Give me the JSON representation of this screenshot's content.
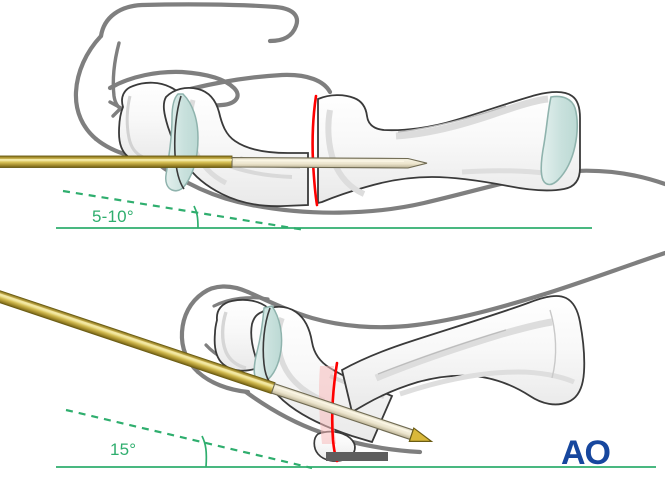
{
  "figure": {
    "title": "Kirschner wire insertion angles for first metatarsophalangeal joint arthrodesis",
    "background_color": "#ffffff"
  },
  "palette": {
    "bone_outline": "#3a3a3a",
    "bone_fill": "#fafafa",
    "bone_shadow": "#e4e4e4",
    "skin_outline": "#7f7f7f",
    "cartilage": "#cfe4e0",
    "cartilage_outline": "#8fb3ad",
    "wire_gold_dark": "#8f7c1e",
    "wire_gold_mid": "#c9b24a",
    "wire_gold_light": "#efe08a",
    "wire_shaft_inner": "#efe9d2",
    "fracture_red": "#ff0000",
    "fracture_red_soft": "#f8bcbc",
    "guide_green": "#2fae6e",
    "ground_gray": "#5e5e5e",
    "ao_blue": "#17479e"
  },
  "panels": [
    {
      "id": "dorsiflexion-view",
      "name": "upper-lateral-view",
      "angle_label": "5-10°",
      "angle_value_min": 5,
      "angle_value_max": 10,
      "angle_unit": "degrees",
      "description": "Lateral view of great toe with K-wire inserted at 5-10 degrees of dorsiflexion",
      "baseline_label": "ground-reference-line",
      "wire_state": "inserted-through-fracture",
      "fracture_line_label": "osteotomy-site"
    },
    {
      "id": "valgus-view",
      "name": "lower-oblique-view",
      "angle_label": "15°",
      "angle_value": 15,
      "angle_unit": "degrees",
      "description": "Oblique view of great toe with K-wire inserted at 15 degrees",
      "baseline_label": "ground-reference-line",
      "wire_state": "tip-at-fracture-site",
      "fracture_line_label": "osteotomy-site"
    }
  ],
  "logo": {
    "text": "AO",
    "color": "#17479e"
  }
}
